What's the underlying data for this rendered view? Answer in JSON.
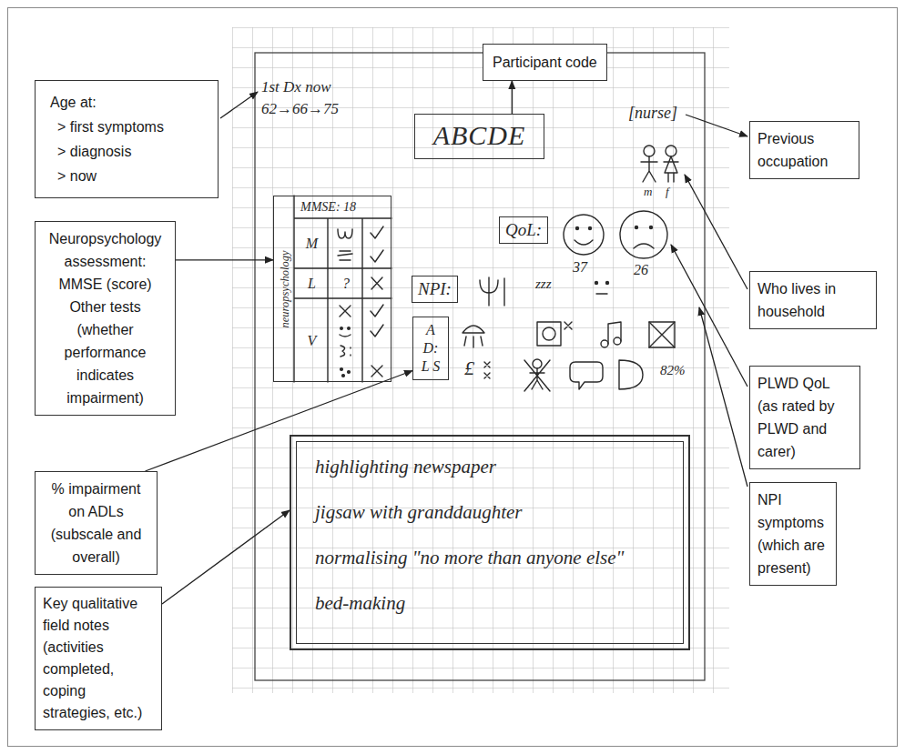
{
  "diagram": {
    "nodes": [
      {
        "text": [
          "Participant code"
        ]
      },
      {
        "text": [
          "Age at:",
          "> first symptoms",
          "> diagnosis",
          "> now"
        ]
      },
      {
        "text": [
          "Neuropsychology assessment:",
          "MMSE (score)",
          "Other tests (whether performance indicates impairment)"
        ]
      },
      {
        "text": [
          "% impairment on ADLs (subscale and overall)"
        ]
      },
      {
        "text": [
          "Key qualitative field notes (activities completed, coping strategies, etc.)"
        ]
      },
      {
        "text": [
          "Previous occupation"
        ]
      },
      {
        "text": [
          "Who lives in household"
        ]
      },
      {
        "text": [
          "PLWD QoL (as rated by PLWD and carer)"
        ]
      },
      {
        "text": [
          "NPI symptoms (which are present)"
        ]
      },
      {
        "text": [
          "ABCDE"
        ]
      },
      {
        "text": [
          "neuropsychology",
          "MMSE: 18",
          "M",
          "L",
          "?",
          "V"
        ]
      },
      {
        "text": [
          "QoL:"
        ]
      },
      {
        "text": [
          "NPI:"
        ]
      },
      {
        "text": [
          "A D: L S"
        ]
      },
      {
        "text": [
          "highlighting newspaper",
          "jigsaw with granddaughter",
          "normalising \"no more than anyone else\"",
          "bed-making"
        ]
      }
    ],
    "edges": [
      {
        "from": 9,
        "to": 0,
        "arrow": "to"
      },
      {
        "from": 2,
        "to": 10,
        "arrow": "to"
      },
      {
        "from": 3,
        "to": 13,
        "arrow": "to"
      },
      {
        "from": 4,
        "to": 14,
        "arrow": "to"
      }
    ],
    "labels": [
      "1st Dx now",
      "62→66→75",
      "[nurse]",
      "m",
      "f",
      "37",
      "26",
      "zzz",
      "£",
      "82%"
    ]
  }
}
